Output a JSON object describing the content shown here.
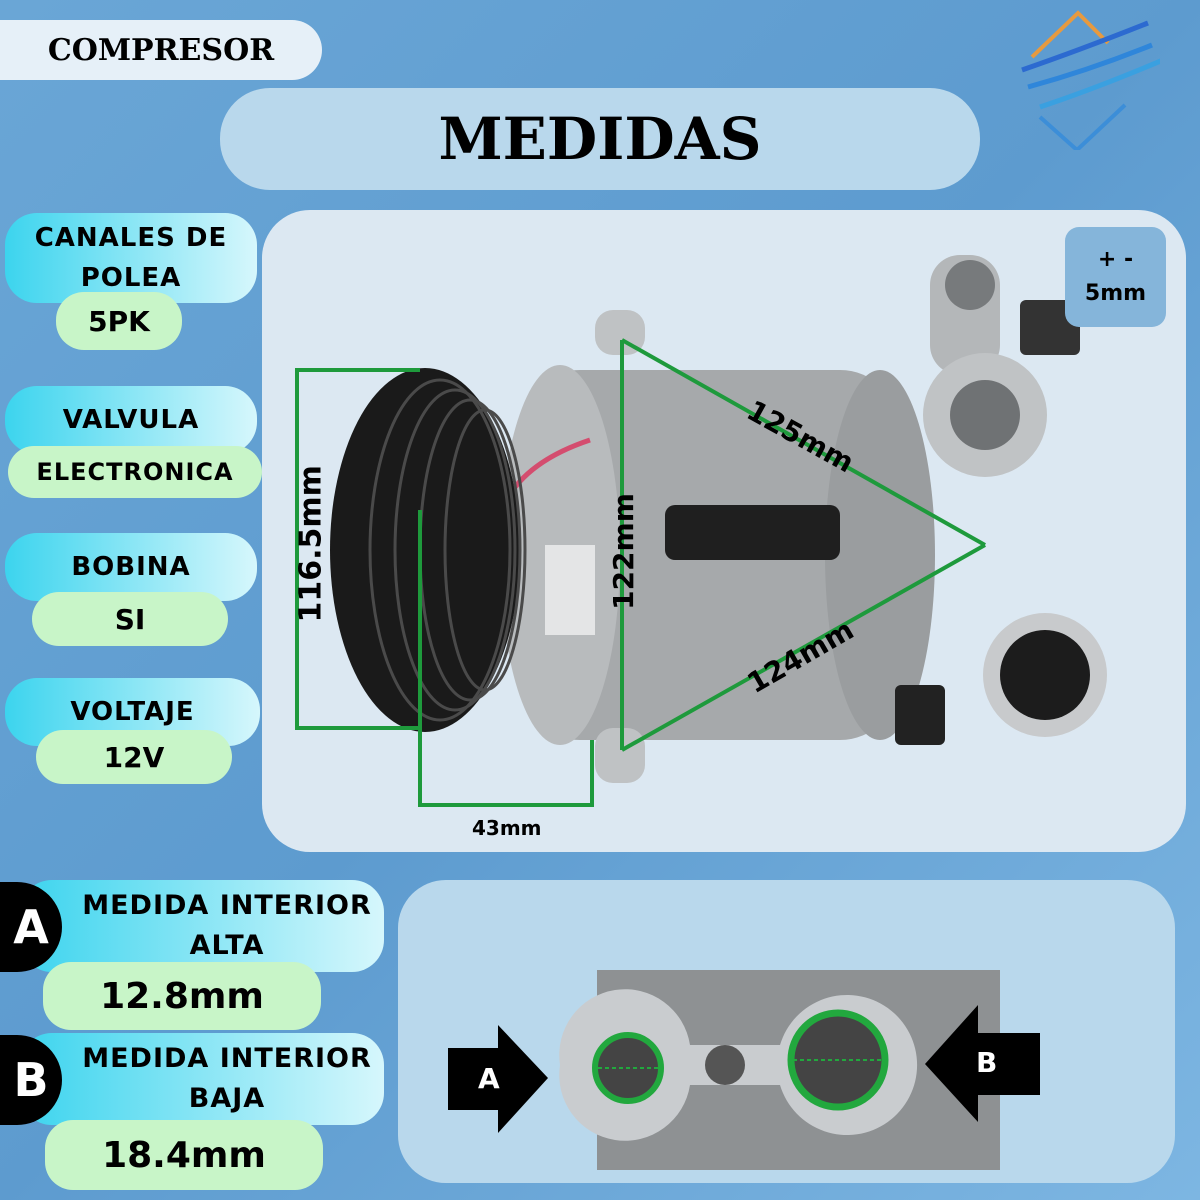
{
  "header": {
    "category": "COMPRESOR",
    "title": "MEDIDAS"
  },
  "tolerance": {
    "sign": "+ -",
    "value": "5mm"
  },
  "specs": [
    {
      "label": "CANALES DE POLEA",
      "value": "5PK"
    },
    {
      "label": "VALVULA",
      "value": "ELECTRONICA"
    },
    {
      "label": "BOBINA",
      "value": "SI"
    },
    {
      "label": "VOLTAJE",
      "value": "12V"
    }
  ],
  "dimensions": {
    "pulley_height": "116.5mm",
    "depth": "43mm",
    "top_diag": "125mm",
    "mount": "122mm",
    "bottom_diag": "124mm"
  },
  "ports": [
    {
      "letter": "A",
      "label": "MEDIDA INTERIOR",
      "sub": "ALTA",
      "value": "12.8mm"
    },
    {
      "letter": "B",
      "label": "MEDIDA INTERIOR",
      "sub": "BAJA",
      "value": "18.4mm"
    }
  ],
  "colors": {
    "measure_line": "#1e9a3c",
    "panel": "#dce8f2",
    "pill_cyan": "#3cd4ee",
    "pill_green": "#c8f5c8"
  }
}
